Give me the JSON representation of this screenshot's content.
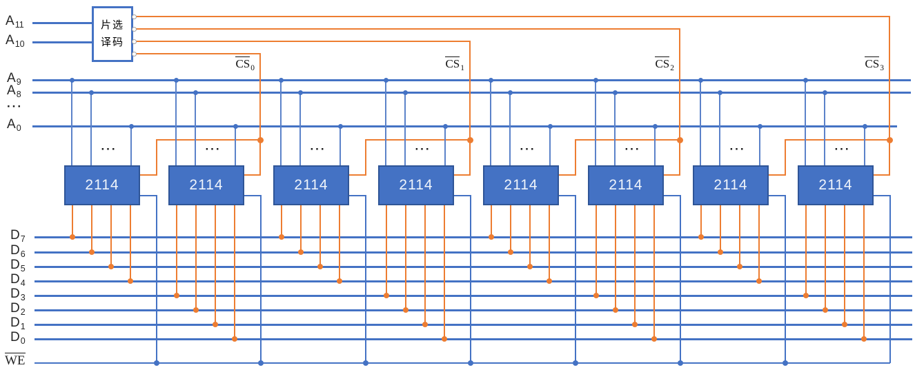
{
  "colors": {
    "bus_blue": "#4472C4",
    "drop_blue": "#5b82c9",
    "wire_orange": "#ED7D31",
    "chip_fill": "#4472C4",
    "chip_border": "#2F5597",
    "chip_text": "#EFF4FB",
    "label_text": "#262626",
    "terminal_ring": "#a3a3a3"
  },
  "decoder": {
    "label": [
      "片选",
      "译码"
    ],
    "inputs": [
      "A11",
      "A10"
    ],
    "outputs": [
      "CS0",
      "CS1",
      "CS2",
      "CS3"
    ]
  },
  "labels": {
    "address_inputs": [
      {
        "base": "A",
        "sub": "11"
      },
      {
        "base": "A",
        "sub": "10"
      }
    ],
    "address_buses": [
      {
        "base": "A",
        "sub": "9"
      },
      {
        "base": "A",
        "sub": "8"
      },
      {
        "base": "A",
        "sub": "0"
      }
    ],
    "data_buses": [
      {
        "base": "D",
        "sub": "7"
      },
      {
        "base": "D",
        "sub": "6"
      },
      {
        "base": "D",
        "sub": "5"
      },
      {
        "base": "D",
        "sub": "4"
      },
      {
        "base": "D",
        "sub": "3"
      },
      {
        "base": "D",
        "sub": "2"
      },
      {
        "base": "D",
        "sub": "1"
      },
      {
        "base": "D",
        "sub": "0"
      }
    ],
    "write_enable": {
      "base": "WE",
      "overline": true
    },
    "chip_selects": [
      {
        "base": "CS",
        "sub": "0",
        "overline": true
      },
      {
        "base": "CS",
        "sub": "1",
        "overline": true
      },
      {
        "base": "CS",
        "sub": "2",
        "overline": true
      },
      {
        "base": "CS",
        "sub": "3",
        "overline": true
      }
    ],
    "ellipsis": "···"
  },
  "chips": [
    {
      "label": "2114",
      "select": "CS0",
      "address_inputs": [
        "A9",
        "A8",
        "A0"
      ],
      "data_lines": [
        "D7",
        "D6",
        "D5",
        "D4"
      ],
      "write_enable": "WE"
    },
    {
      "label": "2114",
      "select": "CS0",
      "address_inputs": [
        "A9",
        "A8",
        "A0"
      ],
      "data_lines": [
        "D3",
        "D2",
        "D1",
        "D0"
      ],
      "write_enable": "WE"
    },
    {
      "label": "2114",
      "select": "CS1",
      "address_inputs": [
        "A9",
        "A8",
        "A0"
      ],
      "data_lines": [
        "D7",
        "D6",
        "D5",
        "D4"
      ],
      "write_enable": "WE"
    },
    {
      "label": "2114",
      "select": "CS1",
      "address_inputs": [
        "A9",
        "A8",
        "A0"
      ],
      "data_lines": [
        "D3",
        "D2",
        "D1",
        "D0"
      ],
      "write_enable": "WE"
    },
    {
      "label": "2114",
      "select": "CS2",
      "address_inputs": [
        "A9",
        "A8",
        "A0"
      ],
      "data_lines": [
        "D7",
        "D6",
        "D5",
        "D4"
      ],
      "write_enable": "WE"
    },
    {
      "label": "2114",
      "select": "CS2",
      "address_inputs": [
        "A9",
        "A8",
        "A0"
      ],
      "data_lines": [
        "D3",
        "D2",
        "D1",
        "D0"
      ],
      "write_enable": "WE"
    },
    {
      "label": "2114",
      "select": "CS3",
      "address_inputs": [
        "A9",
        "A8",
        "A0"
      ],
      "data_lines": [
        "D7",
        "D6",
        "D5",
        "D4"
      ],
      "write_enable": "WE"
    },
    {
      "label": "2114",
      "select": "CS3",
      "address_inputs": [
        "A9",
        "A8",
        "A0"
      ],
      "data_lines": [
        "D3",
        "D2",
        "D1",
        "D0"
      ],
      "write_enable": "WE"
    }
  ]
}
